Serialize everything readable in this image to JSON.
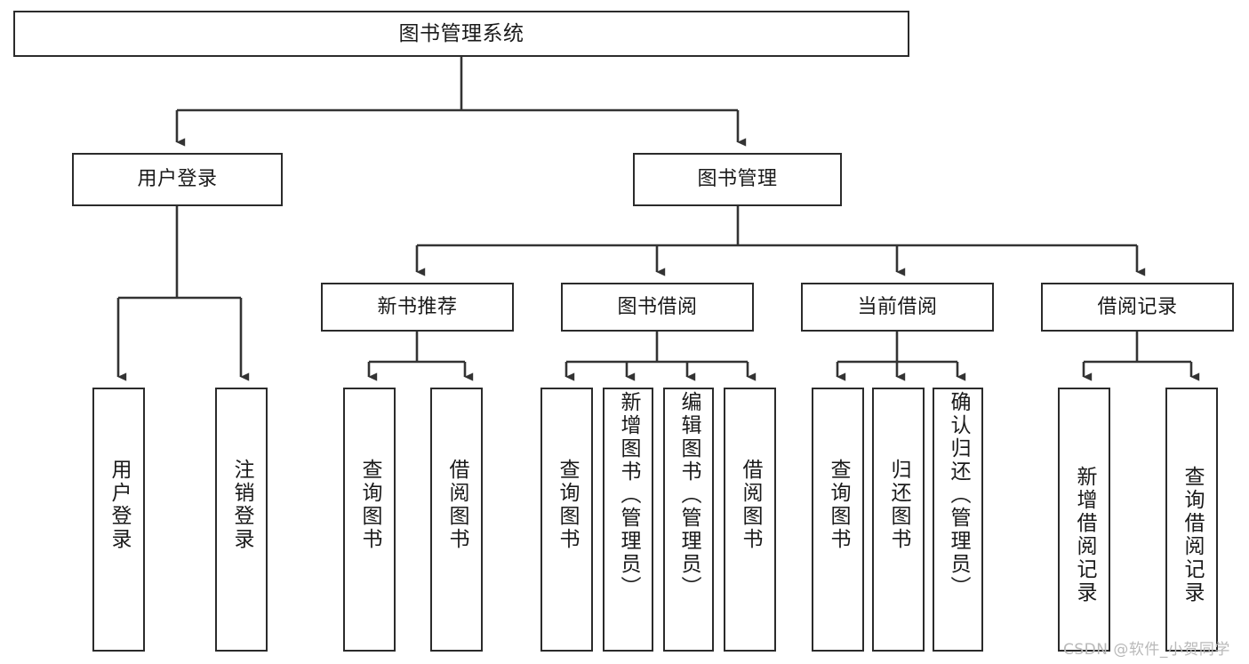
{
  "diagram": {
    "title": "图书管理系统",
    "type": "tree-hierarchy-diagram",
    "style": {
      "box_border_color": "#2b2b2b",
      "box_fill_color": "#ffffff",
      "connector_color": "#333333",
      "text_color": "#1a1a1a",
      "background_color": "#ffffff"
    },
    "levels": {
      "root": {
        "label": "图书管理系统"
      },
      "level2": [
        {
          "id": "user-login",
          "label": "用户登录"
        },
        {
          "id": "book-management",
          "label": "图书管理"
        }
      ],
      "level3": [
        {
          "id": "new-book-recommend",
          "label": "新书推荐",
          "parent": "book-management"
        },
        {
          "id": "book-borrow",
          "label": "图书借阅",
          "parent": "book-management"
        },
        {
          "id": "current-borrow",
          "label": "当前借阅",
          "parent": "book-management"
        },
        {
          "id": "borrow-record",
          "label": "借阅记录",
          "parent": "book-management"
        }
      ],
      "leaves": [
        {
          "id": "leaf-user-login",
          "label": "用户登录",
          "parent": "user-login"
        },
        {
          "id": "leaf-logout-login",
          "label": "注销登录",
          "parent": "user-login"
        },
        {
          "id": "leaf-query-book-1",
          "label": "查询图书",
          "parent": "new-book-recommend"
        },
        {
          "id": "leaf-borrow-book-1",
          "label": "借阅图书",
          "parent": "new-book-recommend"
        },
        {
          "id": "leaf-query-book-2",
          "label": "查询图书",
          "parent": "book-borrow"
        },
        {
          "id": "leaf-add-book",
          "label": "新增图书（管理员）",
          "parent": "book-borrow"
        },
        {
          "id": "leaf-edit-book",
          "label": "编辑图书（管理员）",
          "parent": "book-borrow"
        },
        {
          "id": "leaf-borrow-book-2",
          "label": "借阅图书",
          "parent": "book-borrow"
        },
        {
          "id": "leaf-query-book-3",
          "label": "查询图书",
          "parent": "current-borrow"
        },
        {
          "id": "leaf-return-book",
          "label": "归还图书",
          "parent": "current-borrow"
        },
        {
          "id": "leaf-confirm-return",
          "label": "确认归还（管理员）",
          "parent": "current-borrow"
        },
        {
          "id": "leaf-add-record",
          "label": "新增借阅记录",
          "parent": "borrow-record"
        },
        {
          "id": "leaf-query-record",
          "label": "查询借阅记录",
          "parent": "borrow-record"
        }
      ]
    }
  },
  "watermark": {
    "text": "CSDN @软件_小贺同学"
  }
}
